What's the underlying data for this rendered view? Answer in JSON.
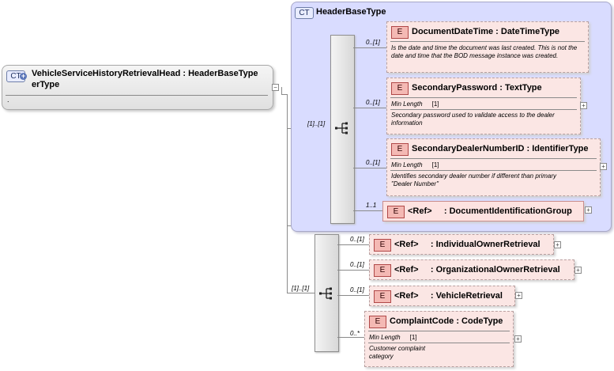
{
  "root": {
    "badge": "CT",
    "name_line1": "VehicleServiceHistoryRetrievalHead : HeaderBaseType",
    "name_line2": "erType",
    "dot": "."
  },
  "header_base": {
    "badge": "CT",
    "title": "HeaderBaseType",
    "seq_card": "[1]..[1]",
    "elements": [
      {
        "badge": "E",
        "name": "DocumentDateTime : DateTimeType",
        "card": "0..[1]",
        "doc": "Is the date and time the document was last created. This is not the date and time that the BOD message instance was created."
      },
      {
        "badge": "E",
        "name": "SecondaryPassword : TextType",
        "card": "0..[1]",
        "facet_label": "Min Length",
        "facet_value": "[1]",
        "doc": "Secondary password used to validate access to the dealer information"
      },
      {
        "badge": "E",
        "name": "SecondaryDealerNumberID : IdentifierType",
        "card": "0..[1]",
        "facet_label": "Min Length",
        "facet_value": "[1]",
        "doc": "Identifies secondary dealer number if different than primary \"Dealer Number\""
      },
      {
        "badge": "E",
        "name": "<Ref>     : DocumentIdentificationGroup",
        "card": "1..1"
      }
    ]
  },
  "outer_seq": {
    "seq_card": "[1]..[1]",
    "elements": [
      {
        "badge": "E",
        "name": "<Ref>     : IndividualOwnerRetrieval",
        "card": "0..[1]"
      },
      {
        "badge": "E",
        "name": "<Ref>     : OrganizationalOwnerRetrieval",
        "card": "0..[1]"
      },
      {
        "badge": "E",
        "name": "<Ref>     : VehicleRetrieval",
        "card": "0..[1]"
      },
      {
        "badge": "E",
        "name": "ComplaintCode : CodeType",
        "card": "0..*",
        "facet_label": "Min Length",
        "facet_value": "[1]",
        "doc": "Customer complaint category"
      }
    ]
  },
  "icons": {
    "expand": "+",
    "collapse": "−"
  }
}
